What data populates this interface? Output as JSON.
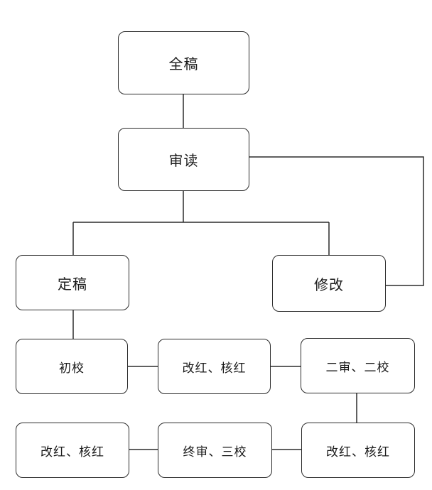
{
  "nodes": {
    "full_draft": "全稿",
    "review": "审读",
    "finalize": "定稿",
    "revise": "修改",
    "first_proof": "初校",
    "correct_check_1": "改红、核红",
    "second_review_proof": "二审、二校",
    "correct_check_2": "改红、核红",
    "final_review_third_proof": "终审、三校",
    "correct_check_3": "改红、核红"
  },
  "colors": {
    "line": "#2b2b2b",
    "box_border": "#2b2b2b",
    "background": "#ffffff",
    "text": "#1a1a1a"
  }
}
